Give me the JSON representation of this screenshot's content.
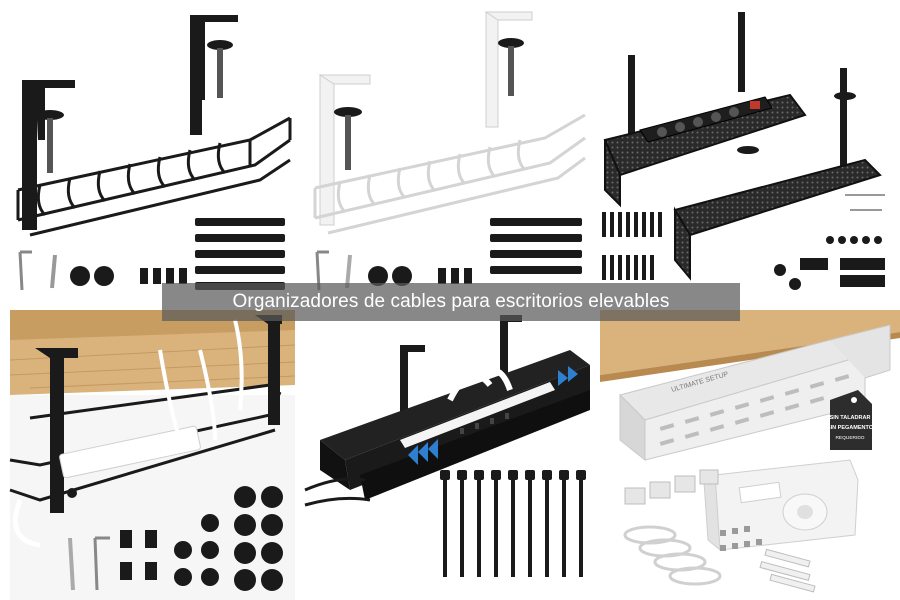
{
  "caption": "Organizadores de cables para escritorios elevables",
  "product_labels": {
    "brand_mark": "ULTIMATE SETUP",
    "tag_line1": "SIN TALADRAR",
    "tag_line2": "SIN PEGAMENTO",
    "tag_line3": "REQUERIDO"
  },
  "colors": {
    "wood": "#d9b27c",
    "metal_black": "#1a1a1a",
    "metal_white": "#f2f2f2",
    "arrow_blue": "#2f7fd1",
    "overlay": "#5a5a5a"
  }
}
